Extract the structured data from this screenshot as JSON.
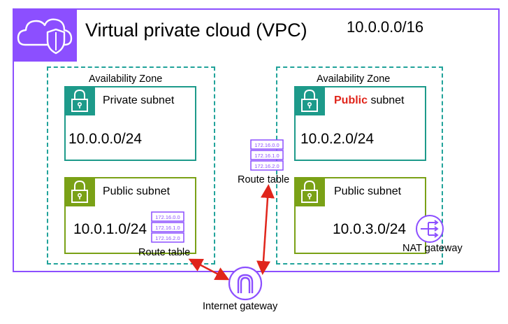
{
  "colors": {
    "vpc": "#8c4fff",
    "az": "#21a39a",
    "private": "#1d9a8a",
    "public": "#7aa116",
    "arrow": "#e0251b"
  },
  "vpc": {
    "title": "Virtual private cloud (VPC)",
    "cidr": "10.0.0.0/16",
    "icon": "cloud-shield-icon"
  },
  "az_left": {
    "label": "Availability Zone",
    "private_subnet": {
      "name": "Private subnet",
      "cidr": "10.0.0.0/24",
      "icon": "lock-icon"
    },
    "public_subnet": {
      "name": "Public subnet",
      "cidr": "10.0.1.0/24",
      "icon": "lock-icon"
    },
    "route_table": {
      "label": "Route table",
      "entries": [
        "172.16.0.0",
        "172.16.1.0",
        "172.16.2.0"
      ]
    }
  },
  "az_right": {
    "label": "Availability Zone",
    "upper_subnet": {
      "name_highlight": "Public",
      "name_rest": " subnet",
      "cidr": "10.0.2.0/24",
      "icon": "lock-icon"
    },
    "lower_subnet": {
      "name": "Public subnet",
      "cidr": "10.0.3.0/24",
      "icon": "lock-icon"
    },
    "nat_gateway": {
      "label": "NAT gateway",
      "icon": "nat-gateway-icon"
    }
  },
  "center_route_table": {
    "label": "Route table",
    "entries": [
      "172.16.0.0",
      "172.16.1.0",
      "172.16.2.0"
    ]
  },
  "internet_gateway": {
    "label": "Internet gateway",
    "icon": "internet-gateway-icon"
  }
}
